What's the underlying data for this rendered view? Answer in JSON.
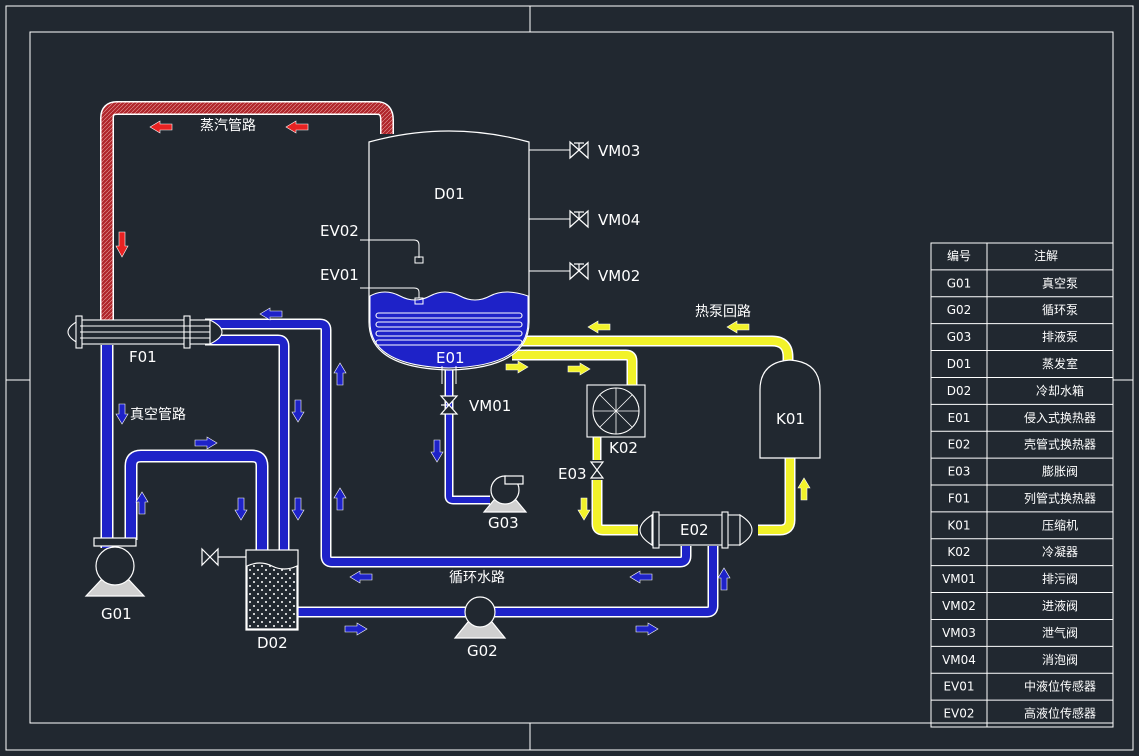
{
  "labels": {
    "steam_line": "蒸汽管路",
    "vacuum_line": "真空管路",
    "circ_water": "循环水路",
    "heat_pump_loop": "热泵回路",
    "d01": "D01",
    "ev02": "EV02",
    "ev01": "EV01",
    "e01": "E01",
    "vm01": "VM01",
    "vm02": "VM02",
    "vm03": "VM03",
    "vm04": "VM04",
    "f01": "F01",
    "g01": "G01",
    "g02": "G02",
    "g03": "G03",
    "d02": "D02",
    "k01": "K01",
    "k02": "K02",
    "e02": "E02",
    "e03": "E03"
  },
  "colors": {
    "background": "#212830",
    "steam": "#b0262b",
    "vacuum_water": "#1e22c8",
    "refrigerant": "#f2f22a",
    "outline": "#ffffff"
  },
  "legend": {
    "header": [
      "编号",
      "注解"
    ],
    "rows": [
      [
        "G01",
        "真空泵"
      ],
      [
        "G02",
        "循环泵"
      ],
      [
        "G03",
        "排液泵"
      ],
      [
        "D01",
        "蒸发室"
      ],
      [
        "D02",
        "冷却水箱"
      ],
      [
        "E01",
        "侵入式换热器"
      ],
      [
        "E02",
        "壳管式换热器"
      ],
      [
        "E03",
        "膨胀阀"
      ],
      [
        "F01",
        "列管式换热器"
      ],
      [
        "K01",
        "压缩机"
      ],
      [
        "K02",
        "冷凝器"
      ],
      [
        "VM01",
        "排污阀"
      ],
      [
        "VM02",
        "进液阀"
      ],
      [
        "VM03",
        "泄气阀"
      ],
      [
        "VM04",
        "消泡阀"
      ],
      [
        "EV01",
        "中液位传感器"
      ],
      [
        "EV02",
        "高液位传感器"
      ]
    ]
  }
}
